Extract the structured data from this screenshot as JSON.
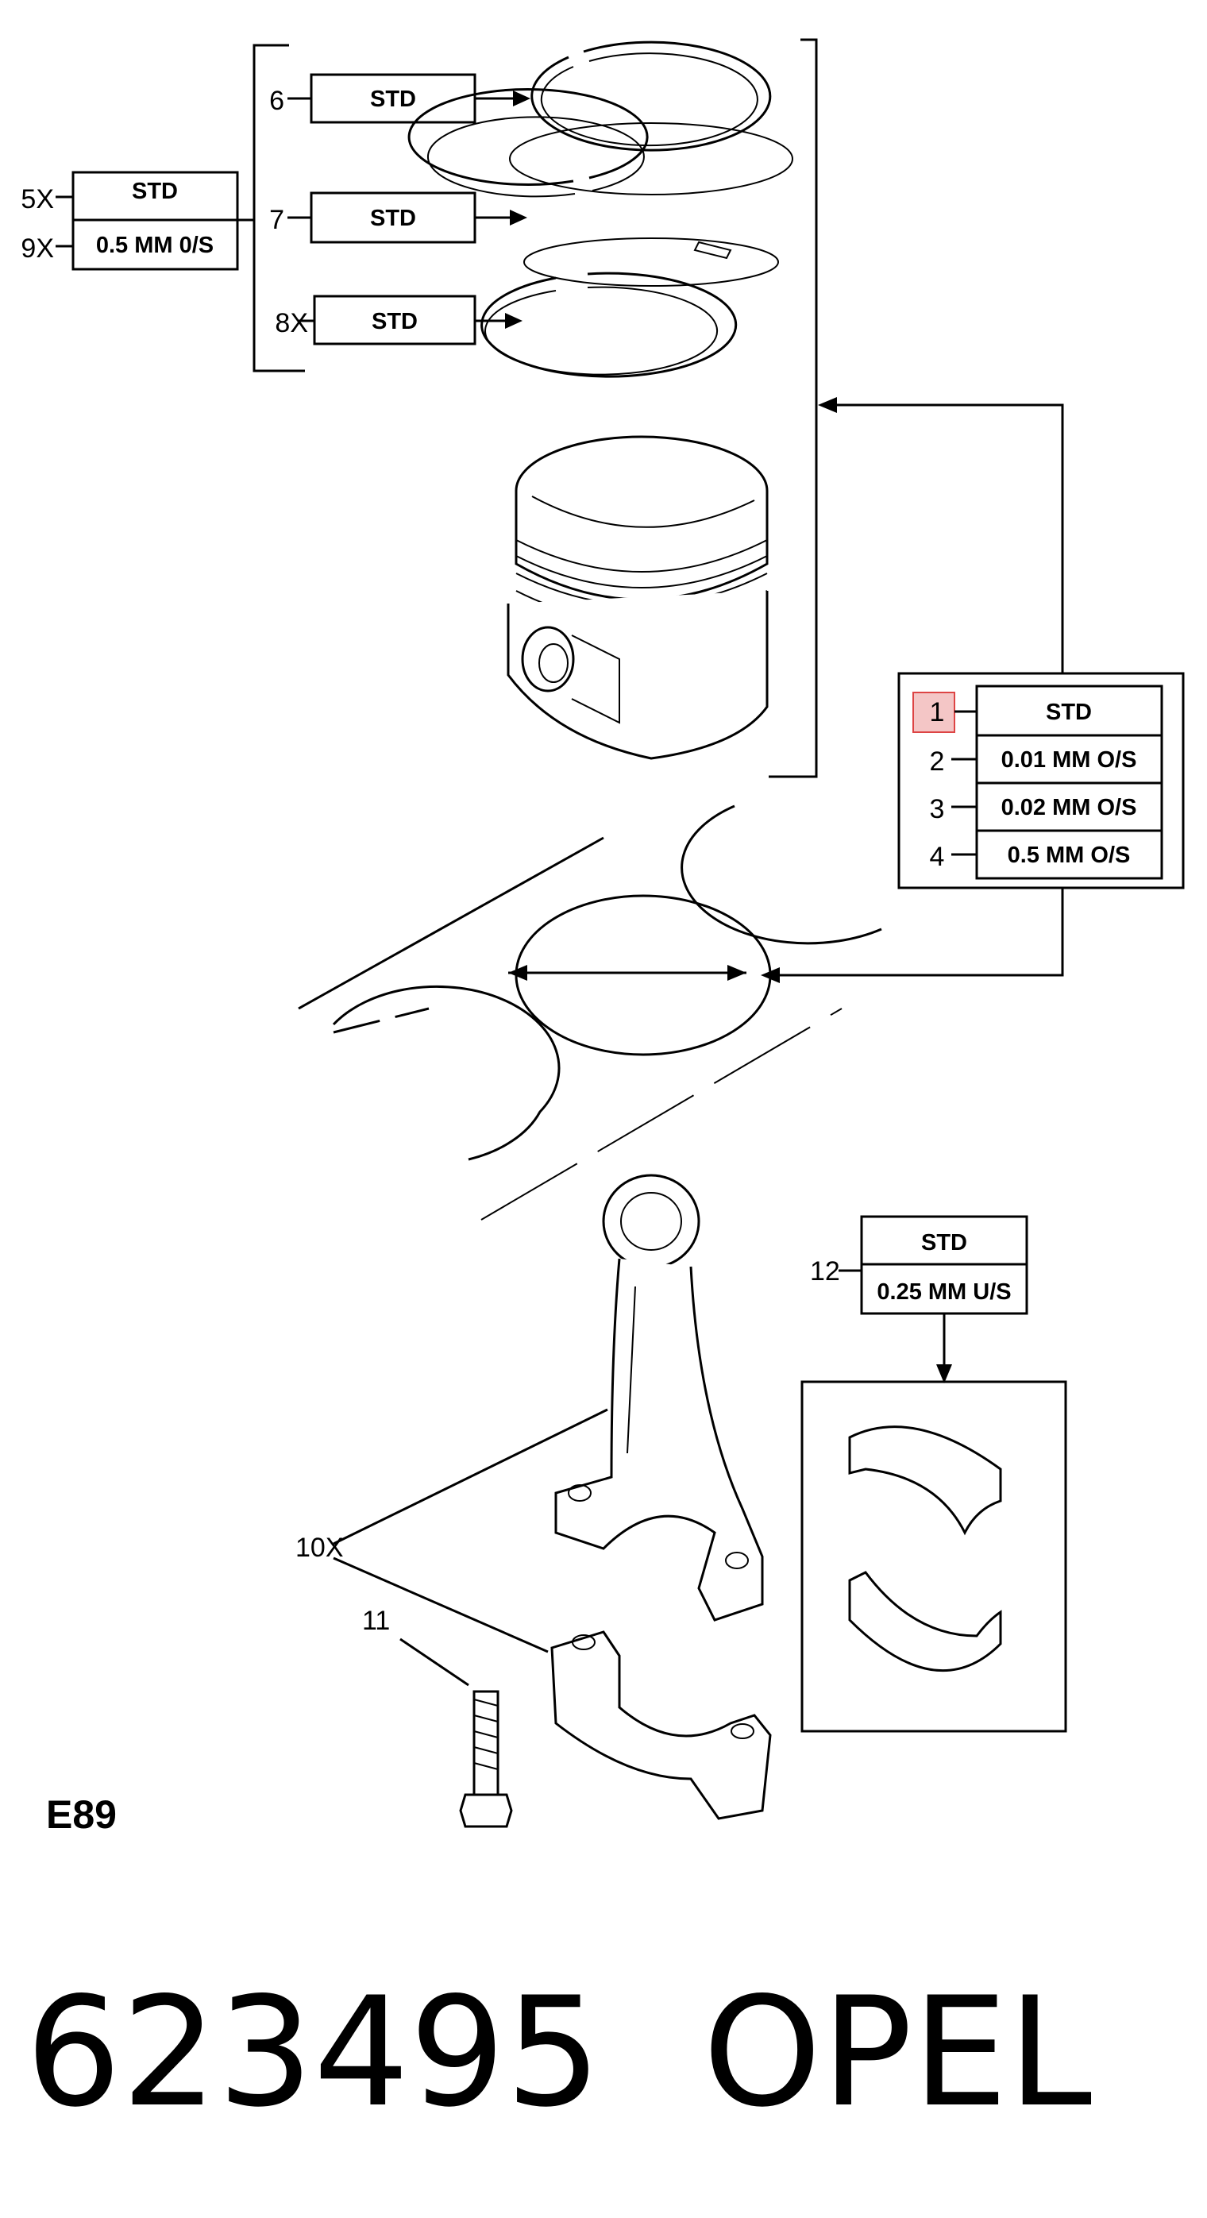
{
  "rings": {
    "ring6": {
      "callout": "6",
      "size": "STD"
    },
    "ring7": {
      "callout": "7",
      "size": "STD"
    },
    "ring8": {
      "callout": "8X",
      "size": "STD"
    },
    "set": {
      "callout_std": "5X",
      "callout_os": "9X",
      "std": "STD",
      "os": "0.5 MM 0/S"
    }
  },
  "piston": {
    "items": [
      {
        "callout": "1",
        "size": "STD"
      },
      {
        "callout": "2",
        "size": "0.01 MM O/S"
      },
      {
        "callout": "3",
        "size": "0.02 MM O/S"
      },
      {
        "callout": "4",
        "size": "0.5 MM O/S"
      }
    ],
    "highlight_color": "#f4c6c6"
  },
  "bearing": {
    "callout": "12",
    "std": "STD",
    "us": "0.25 MM U/S"
  },
  "rod": {
    "callout": "10X"
  },
  "bolt": {
    "callout": "11"
  },
  "diagram_code": "E89",
  "footer": {
    "part_number": "623495",
    "brand": "OPEL"
  }
}
